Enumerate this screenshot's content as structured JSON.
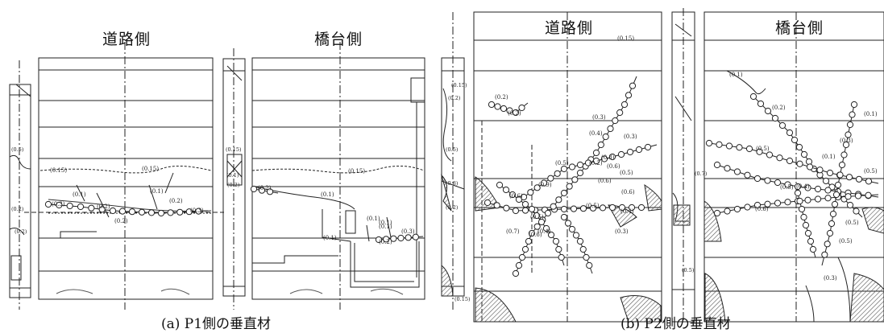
{
  "figures": [
    {
      "caption": "(a) P1側の垂直材",
      "views": [
        {
          "heading": "道路側",
          "labels": [
            "(0.15)",
            "(0.15)",
            "(0.1)",
            "(0.1)",
            "(0.2)",
            "(0.3)",
            "(0.3)",
            "(0.2)",
            "(0.2)"
          ]
        },
        {
          "heading": "橋台側",
          "labels": [
            "(0.15)",
            "(0.2)",
            "(0.1)",
            "(0.1)",
            "(0.1)",
            "(0.1)",
            "(0.2)",
            "(0.3)",
            "(0.1)"
          ]
        }
      ],
      "side_labels": [
        "(0.5)",
        "(0.2)",
        "(0.2)",
        "(0.15)",
        "(0.2)",
        "(0.1)"
      ]
    },
    {
      "caption": "(b) P2側の垂直材",
      "views": [
        {
          "heading": "道路側",
          "labels": [
            "(0.15)",
            "(0.2)",
            "(0.2)",
            "(0.3)",
            "(0.4)",
            "(0.3)",
            "(0.3)",
            "(0.2)",
            "(0.5)",
            "(0.6)",
            "(0.5)",
            "(0.6)",
            "(0.9)",
            "(0.6)",
            "(0.5)",
            "(0.5)",
            "(0.6)",
            "(0.7)",
            "(0.6)",
            "(0.4)",
            "(0.3)",
            "(0.4)"
          ]
        },
        {
          "heading": "橋台側",
          "labels": [
            "(0.1)",
            "(0.2)",
            "(0.1)",
            "(0.3)",
            "(0.5)",
            "(0.1)",
            "(0.5)",
            "(0.5)",
            "(0.4)",
            "(0.6)",
            "(0.5)",
            "(0.5)",
            "(0.3)"
          ]
        }
      ],
      "side_labels": [
        "(0.15)",
        "(0.2)",
        "(0.5)",
        "(0.8)",
        "(0.2)",
        "(0.15)",
        "(0.7)",
        "(0.5)"
      ]
    }
  ],
  "colors": {
    "ink": "#222222",
    "hatch": "#555555",
    "paper": "#ffffff"
  }
}
